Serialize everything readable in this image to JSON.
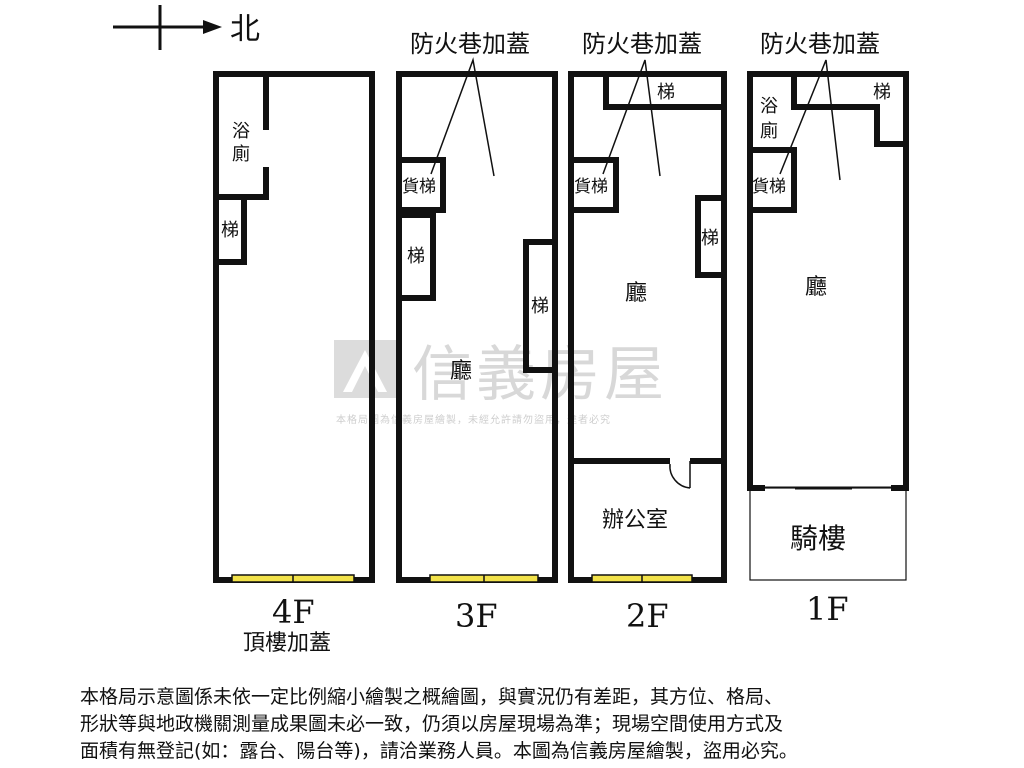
{
  "compass": {
    "label": "北"
  },
  "callout": {
    "label": "防火巷加蓋"
  },
  "rooms": {
    "bath_top": "浴",
    "bath_bottom": "廁",
    "stairs": "梯",
    "freight_lift": "貨梯",
    "hall": "廳",
    "office": "辦公室",
    "arcade": "騎樓"
  },
  "floors": {
    "f4": "4F",
    "f4_sub": "頂樓加蓋",
    "f3": "3F",
    "f2": "2F",
    "f1": "1F"
  },
  "watermark": {
    "title": "信義房屋",
    "subtitle": "本格局圖為信義房屋繪製，未經允許請勿盜用，違者必究"
  },
  "disclaimer": [
    "本格局示意圖係未依一定比例縮小繪製之概繪圖，與實況仍有差距，其方位、格局、",
    "形狀等與地政機關測量成果圖未必一致，仍須以房屋現場為準；現場空間使用方式及",
    "面積有無登記(如：露台、陽台等)，請洽業務人員。本圖為信義房屋繪製，盜用必究。"
  ],
  "colors": {
    "wall": "#111111",
    "window": "#f2e24a",
    "watermark": "#d6d6d6"
  }
}
